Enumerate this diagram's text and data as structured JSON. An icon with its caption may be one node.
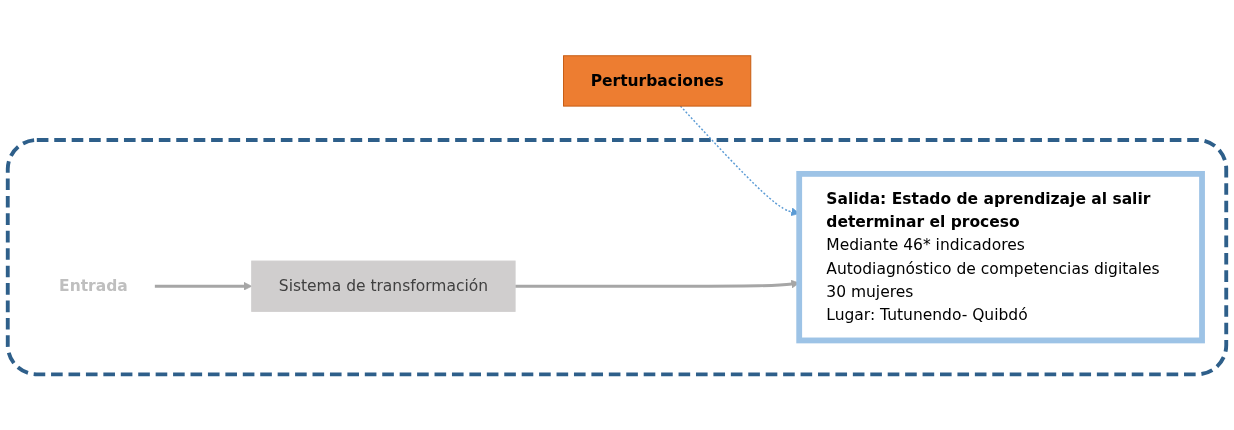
{
  "diagram": {
    "nodes": [
      {
        "text": [
          "Perturbaciones"
        ]
      },
      {
        "text": [],
        "shape": "box"
      },
      {
        "text": [
          "Entrada"
        ],
        "in": 1
      },
      {
        "text": [
          "Sistema de transformación"
        ],
        "in": 1
      },
      {
        "text": [
          "Salida: Estado de aprendizaje al salir determinar el proceso",
          "Mediante 46* indicadores",
          "Autodiagnóstico de competencias digitales",
          "30 mujeres",
          "Lugar: Tutunendo- Quibdó"
        ],
        "in": 1
      }
    ],
    "edges": [
      {
        "from": 0,
        "to": 4,
        "arrow": "to",
        "style": "dashed",
        "color": "#5b9bd5"
      },
      {
        "from": 2,
        "to": 3,
        "arrow": "to"
      },
      {
        "from": 3,
        "to": 4,
        "arrow": "to"
      }
    ]
  }
}
